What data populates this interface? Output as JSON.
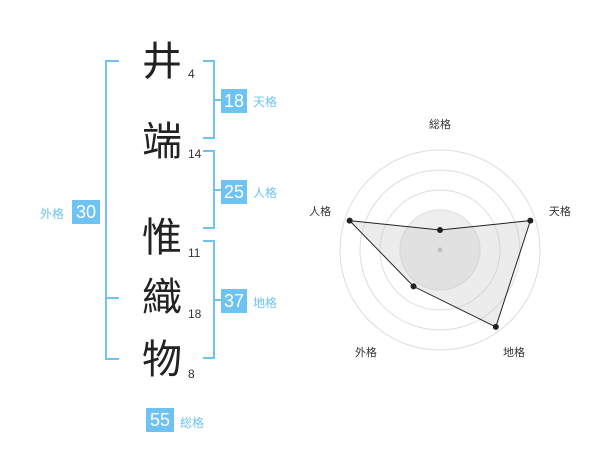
{
  "name_chars": [
    {
      "char": "井",
      "strokes": "4"
    },
    {
      "char": "端",
      "strokes": "14"
    },
    {
      "char": "惟",
      "strokes": "11"
    },
    {
      "char": "織",
      "strokes": "18"
    },
    {
      "char": "物",
      "strokes": "8"
    }
  ],
  "fortunes": {
    "ten": {
      "label": "天格",
      "value": "18"
    },
    "jin": {
      "label": "人格",
      "value": "25"
    },
    "chi": {
      "label": "地格",
      "value": "37"
    },
    "gai": {
      "label": "外格",
      "value": "30"
    },
    "sou": {
      "label": "総格",
      "value": "55"
    }
  },
  "accent_color": "#6ec3f2",
  "chart_data": {
    "type": "radar",
    "axes": [
      "総格",
      "天格",
      "地格",
      "外格",
      "人格"
    ],
    "values": [
      0.2,
      0.95,
      0.95,
      0.45,
      0.95
    ],
    "max": 1
  }
}
